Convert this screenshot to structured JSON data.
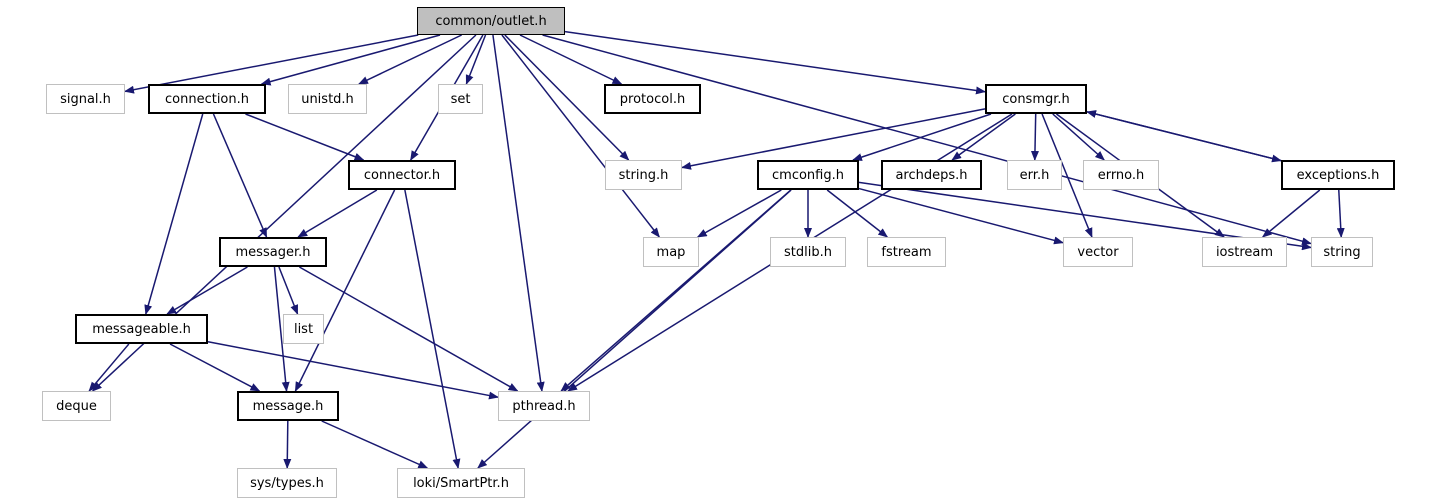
{
  "graph": {
    "colors": {
      "edge": "#191970",
      "root_fill": "#bfbfbf",
      "documented_border": "#000000",
      "external_border": "#c0c0c0"
    },
    "nodes": [
      {
        "id": "outlet",
        "label": "common/outlet.h",
        "kind": "root"
      },
      {
        "id": "signal",
        "label": "signal.h",
        "kind": "external"
      },
      {
        "id": "connection",
        "label": "connection.h",
        "kind": "documented"
      },
      {
        "id": "unistd",
        "label": "unistd.h",
        "kind": "external"
      },
      {
        "id": "set",
        "label": "set",
        "kind": "external"
      },
      {
        "id": "protocol",
        "label": "protocol.h",
        "kind": "documented"
      },
      {
        "id": "consmgr",
        "label": "consmgr.h",
        "kind": "documented"
      },
      {
        "id": "connector",
        "label": "connector.h",
        "kind": "documented"
      },
      {
        "id": "stringh",
        "label": "string.h",
        "kind": "external"
      },
      {
        "id": "cmconfig",
        "label": "cmconfig.h",
        "kind": "documented"
      },
      {
        "id": "archdeps",
        "label": "archdeps.h",
        "kind": "documented"
      },
      {
        "id": "err",
        "label": "err.h",
        "kind": "external"
      },
      {
        "id": "errno",
        "label": "errno.h",
        "kind": "external"
      },
      {
        "id": "exceptions",
        "label": "exceptions.h",
        "kind": "documented"
      },
      {
        "id": "messager",
        "label": "messager.h",
        "kind": "documented"
      },
      {
        "id": "map",
        "label": "map",
        "kind": "external"
      },
      {
        "id": "stdlib",
        "label": "stdlib.h",
        "kind": "external"
      },
      {
        "id": "fstream",
        "label": "fstream",
        "kind": "external"
      },
      {
        "id": "vector",
        "label": "vector",
        "kind": "external"
      },
      {
        "id": "iostream",
        "label": "iostream",
        "kind": "external"
      },
      {
        "id": "string",
        "label": "string",
        "kind": "external"
      },
      {
        "id": "list",
        "label": "list",
        "kind": "external"
      },
      {
        "id": "messageable",
        "label": "messageable.h",
        "kind": "documented"
      },
      {
        "id": "deque",
        "label": "deque",
        "kind": "external"
      },
      {
        "id": "message",
        "label": "message.h",
        "kind": "documented"
      },
      {
        "id": "pthread",
        "label": "pthread.h",
        "kind": "external"
      },
      {
        "id": "systypes",
        "label": "sys/types.h",
        "kind": "external"
      },
      {
        "id": "smartptr",
        "label": "loki/SmartPtr.h",
        "kind": "external"
      }
    ],
    "edges": [
      [
        "outlet",
        "signal"
      ],
      [
        "outlet",
        "connection"
      ],
      [
        "outlet",
        "unistd"
      ],
      [
        "outlet",
        "set"
      ],
      [
        "outlet",
        "protocol"
      ],
      [
        "outlet",
        "consmgr"
      ],
      [
        "outlet",
        "connector"
      ],
      [
        "outlet",
        "stringh"
      ],
      [
        "outlet",
        "map"
      ],
      [
        "outlet",
        "pthread"
      ],
      [
        "outlet",
        "string"
      ],
      [
        "outlet",
        "deque"
      ],
      [
        "connection",
        "connector"
      ],
      [
        "connection",
        "messager"
      ],
      [
        "connection",
        "messageable"
      ],
      [
        "connector",
        "messager"
      ],
      [
        "connector",
        "message"
      ],
      [
        "connector",
        "smartptr"
      ],
      [
        "messager",
        "messageable"
      ],
      [
        "messager",
        "list"
      ],
      [
        "messager",
        "message"
      ],
      [
        "messager",
        "pthread"
      ],
      [
        "messageable",
        "deque"
      ],
      [
        "messageable",
        "message"
      ],
      [
        "messageable",
        "pthread"
      ],
      [
        "message",
        "systypes"
      ],
      [
        "message",
        "smartptr"
      ],
      [
        "consmgr",
        "stringh"
      ],
      [
        "consmgr",
        "cmconfig"
      ],
      [
        "consmgr",
        "archdeps"
      ],
      [
        "consmgr",
        "err"
      ],
      [
        "consmgr",
        "errno"
      ],
      [
        "consmgr",
        "exceptions"
      ],
      [
        "consmgr",
        "pthread"
      ],
      [
        "consmgr",
        "vector"
      ],
      [
        "consmgr",
        "iostream"
      ],
      [
        "exceptions",
        "consmgr"
      ],
      [
        "exceptions",
        "iostream"
      ],
      [
        "exceptions",
        "string"
      ],
      [
        "cmconfig",
        "map"
      ],
      [
        "cmconfig",
        "stdlib"
      ],
      [
        "cmconfig",
        "fstream"
      ],
      [
        "cmconfig",
        "vector"
      ],
      [
        "cmconfig",
        "string"
      ],
      [
        "cmconfig",
        "pthread"
      ],
      [
        "cmconfig",
        "smartptr"
      ]
    ]
  }
}
